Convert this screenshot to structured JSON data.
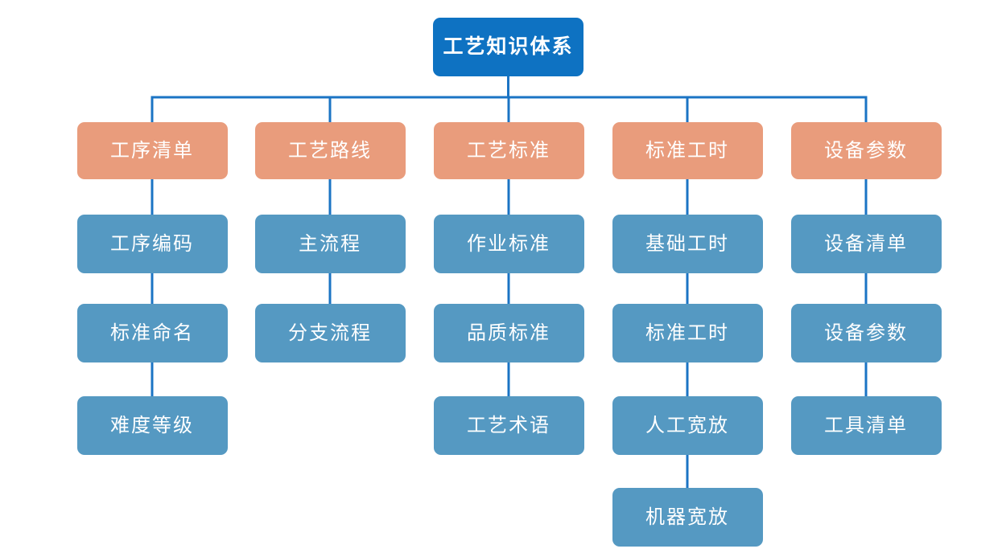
{
  "palette": {
    "background": "#ffffff",
    "root_bg": "#0e72c2",
    "branch_bg": "#e99c7c",
    "leaf_bg": "#5599c2",
    "connector": "#1b74c4",
    "text": "#ffffff"
  },
  "diagram": {
    "root": {
      "label": "工艺知识体系"
    },
    "branches": [
      {
        "label": "工序清单",
        "children": [
          {
            "label": "工序编码"
          },
          {
            "label": "标准命名"
          },
          {
            "label": "难度等级"
          }
        ]
      },
      {
        "label": "工艺路线",
        "children": [
          {
            "label": "主流程"
          },
          {
            "label": "分支流程"
          }
        ]
      },
      {
        "label": "工艺标准",
        "children": [
          {
            "label": "作业标准"
          },
          {
            "label": "品质标准"
          },
          {
            "label": "工艺术语"
          }
        ]
      },
      {
        "label": "标准工时",
        "children": [
          {
            "label": "基础工时"
          },
          {
            "label": "标准工时"
          },
          {
            "label": "人工宽放"
          },
          {
            "label": "机器宽放"
          }
        ]
      },
      {
        "label": "设备参数",
        "children": [
          {
            "label": "设备清单"
          },
          {
            "label": "设备参数"
          },
          {
            "label": "工具清单"
          }
        ]
      }
    ]
  }
}
